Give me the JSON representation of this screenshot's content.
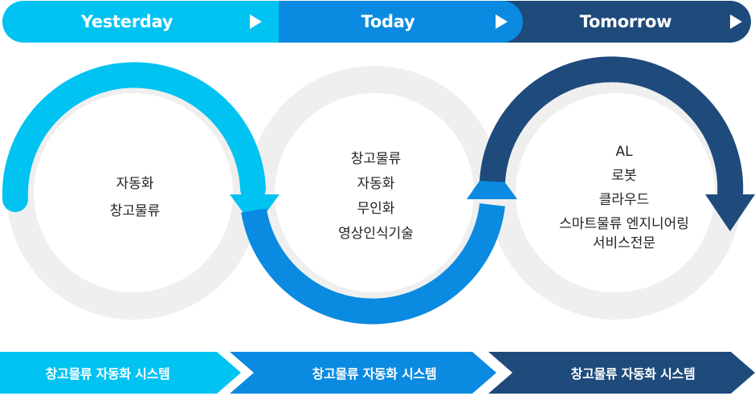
{
  "colors": {
    "yesterday": "#00c3f2",
    "today": "#0a8ae0",
    "tomorrow": "#1e4b7c",
    "ring": "#efefef",
    "text": "#222222"
  },
  "timeline": {
    "yesterday": "Yesterday",
    "today": "Today",
    "tomorrow": "Tomorrow"
  },
  "circles": {
    "yesterday": [
      "자동화",
      "창고물류"
    ],
    "today": [
      "창고물류",
      "자동화",
      "무인화",
      "영상인식기술"
    ],
    "tomorrow": [
      "AL",
      "로봇",
      "클라우드",
      "스마트물류 엔지니어링",
      "서비스전문"
    ]
  },
  "bottom": {
    "yesterday": "창고물류 자동화 시스템",
    "today": "창고물류 자동화 시스템",
    "tomorrow": "창고물류 자동화 시스템"
  }
}
